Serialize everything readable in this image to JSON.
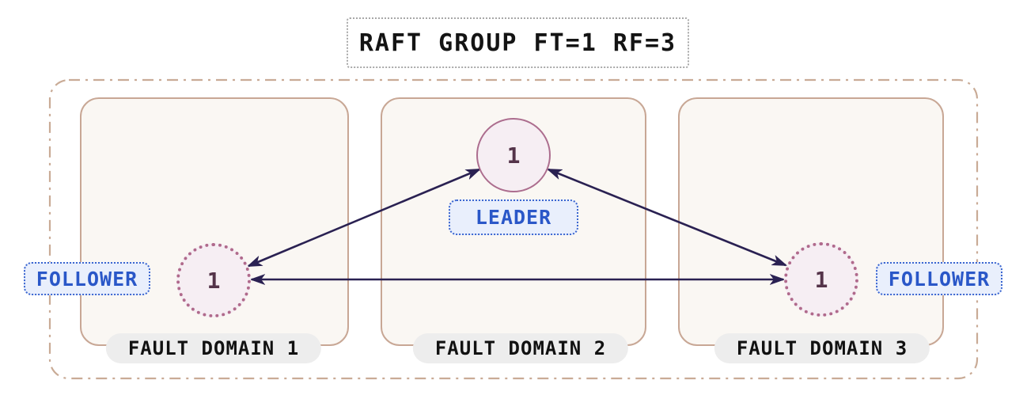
{
  "title": {
    "label": "RAFT GROUP FT=1 RF=3"
  },
  "nodes": {
    "leader": {
      "value": "1",
      "role_label": "LEADER"
    },
    "follower_left": {
      "value": "1",
      "role_label": "FOLLOWER"
    },
    "follower_right": {
      "value": "1",
      "role_label": "FOLLOWER"
    }
  },
  "fault_domains": [
    {
      "label": "FAULT DOMAIN 1"
    },
    {
      "label": "FAULT DOMAIN 2"
    },
    {
      "label": "FAULT DOMAIN 3"
    }
  ],
  "connections": [
    {
      "from": "follower_left",
      "to": "leader",
      "style": "double-arrow"
    },
    {
      "from": "leader",
      "to": "follower_right",
      "style": "double-arrow"
    },
    {
      "from": "follower_left",
      "to": "follower_right",
      "style": "double-arrow"
    }
  ],
  "colors": {
    "outer_border": "#c9ab96",
    "fault_domain_border": "#c8a795",
    "fault_domain_fill": "#faf7f3",
    "leader_circle_border": "#ac6d8e",
    "follower_circle_border": "#b06a8c",
    "node_fill": "#f6eef3",
    "node_number_text": "#543349",
    "role_label_text": "#2a57c8",
    "role_label_fill": "#e9effc",
    "role_label_border": "#3b66d0",
    "arrow": "#2a2152",
    "domain_pill_fill": "#ededed",
    "title_border": "#a8a8a8",
    "title_text": "#141414"
  }
}
